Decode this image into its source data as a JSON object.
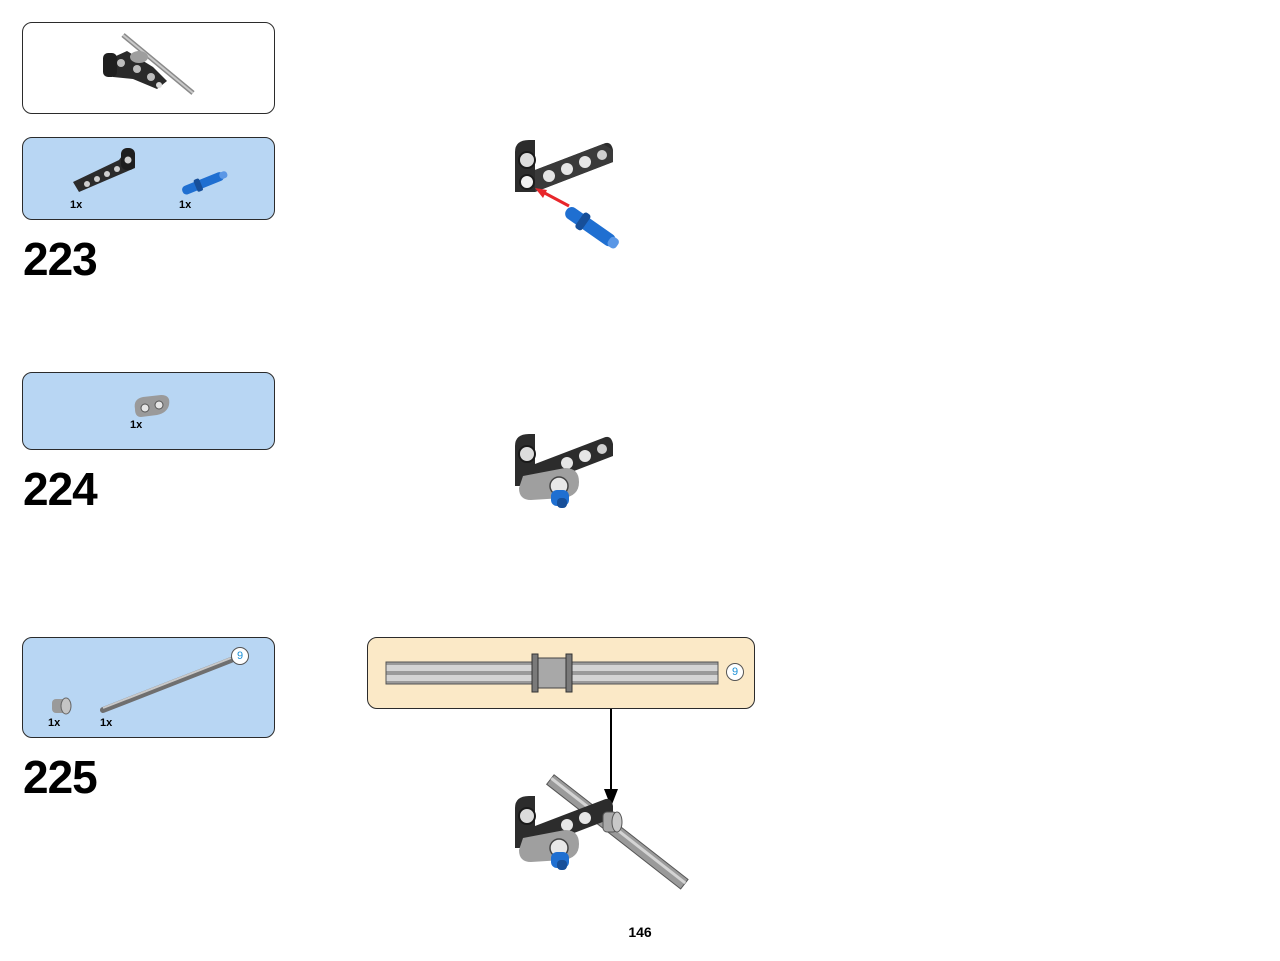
{
  "steps": [
    {
      "number": "223",
      "parts": [
        {
          "qty": "1x",
          "icon": "black-l-beam-icon"
        },
        {
          "qty": "1x",
          "icon": "blue-pin-icon"
        }
      ]
    },
    {
      "number": "224",
      "parts": [
        {
          "qty": "1x",
          "icon": "gray-connector-icon"
        }
      ]
    },
    {
      "number": "225",
      "parts": [
        {
          "qty": "1x",
          "icon": "gray-bush-icon"
        },
        {
          "qty": "1x",
          "icon": "gray-axle-icon",
          "length_badge": "9"
        }
      ],
      "subassembly_badge": "9"
    }
  ],
  "page_number": "146",
  "colors": {
    "parts_panel": "#b8d6f3",
    "subassembly_panel": "#fbe9c7",
    "arrow_red": "#e8262b",
    "blue_part": "#1f6fd1"
  }
}
